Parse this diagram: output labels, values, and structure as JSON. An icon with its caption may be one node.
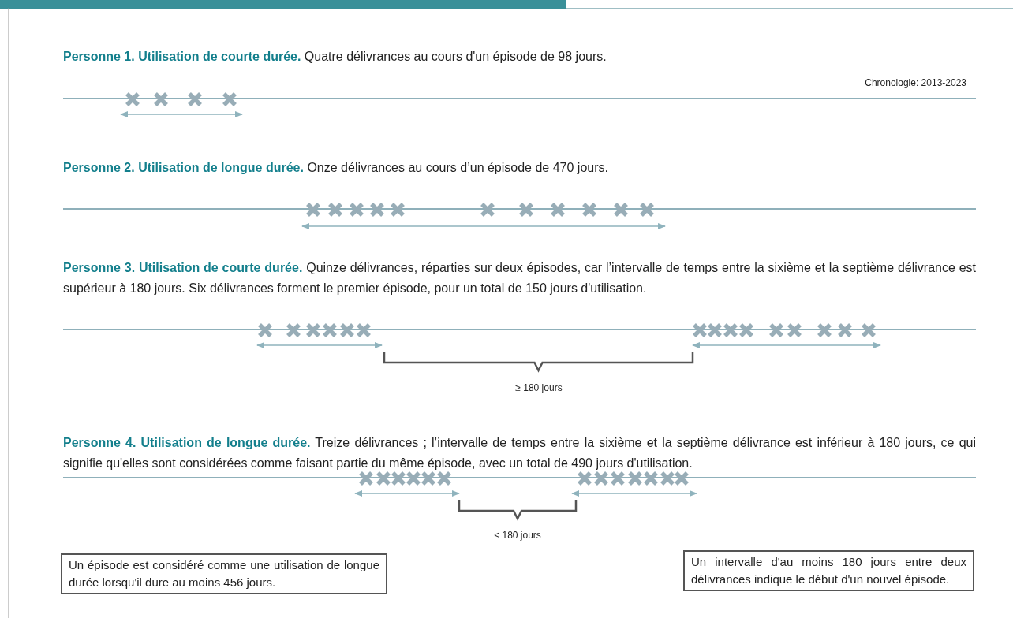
{
  "diagram": {
    "nodes": [
      {
        "text": [
          "Un épisode est considéré comme une utilisation de longue durée lorsqu'il dure au moins 456 jours."
        ]
      },
      {
        "text": [
          "Un intervalle d'au moins 180 jours entre deux délivrances indique le début d'un nouvel épisode."
        ]
      }
    ],
    "labels": [
      "**Personne 1. Utilisation de courte durée.** Quatre délivrances au cours d'un épisode de 98 jours.",
      "Chronologie: 2013-2023",
      "**Personne 2. Utilisation de longue durée.** Onze délivrances au cours d’un épisode de 470 jours.",
      "**Personne 3. Utilisation de courte durée.** Quinze délivrances, réparties sur deux épisodes, car l’intervalle de temps entre la sixième et la septième délivrance est supérieur à 180 jours. Six délivrances forment le premier épisode, pour un total de 150 jours d'utilisation.",
      "≥ 180 jours",
      "**Personne 4. Utilisation de longue durée.** Treize délivrances ; l’intervalle de temps entre la sixième et la septième délivrance est inférieur à 180 jours, ce qui signifie qu'elles sont considérées comme faisant partie du même épisode, avec un total de 490 jours d'utilisation.",
      "< 180 jours"
    ]
  }
}
